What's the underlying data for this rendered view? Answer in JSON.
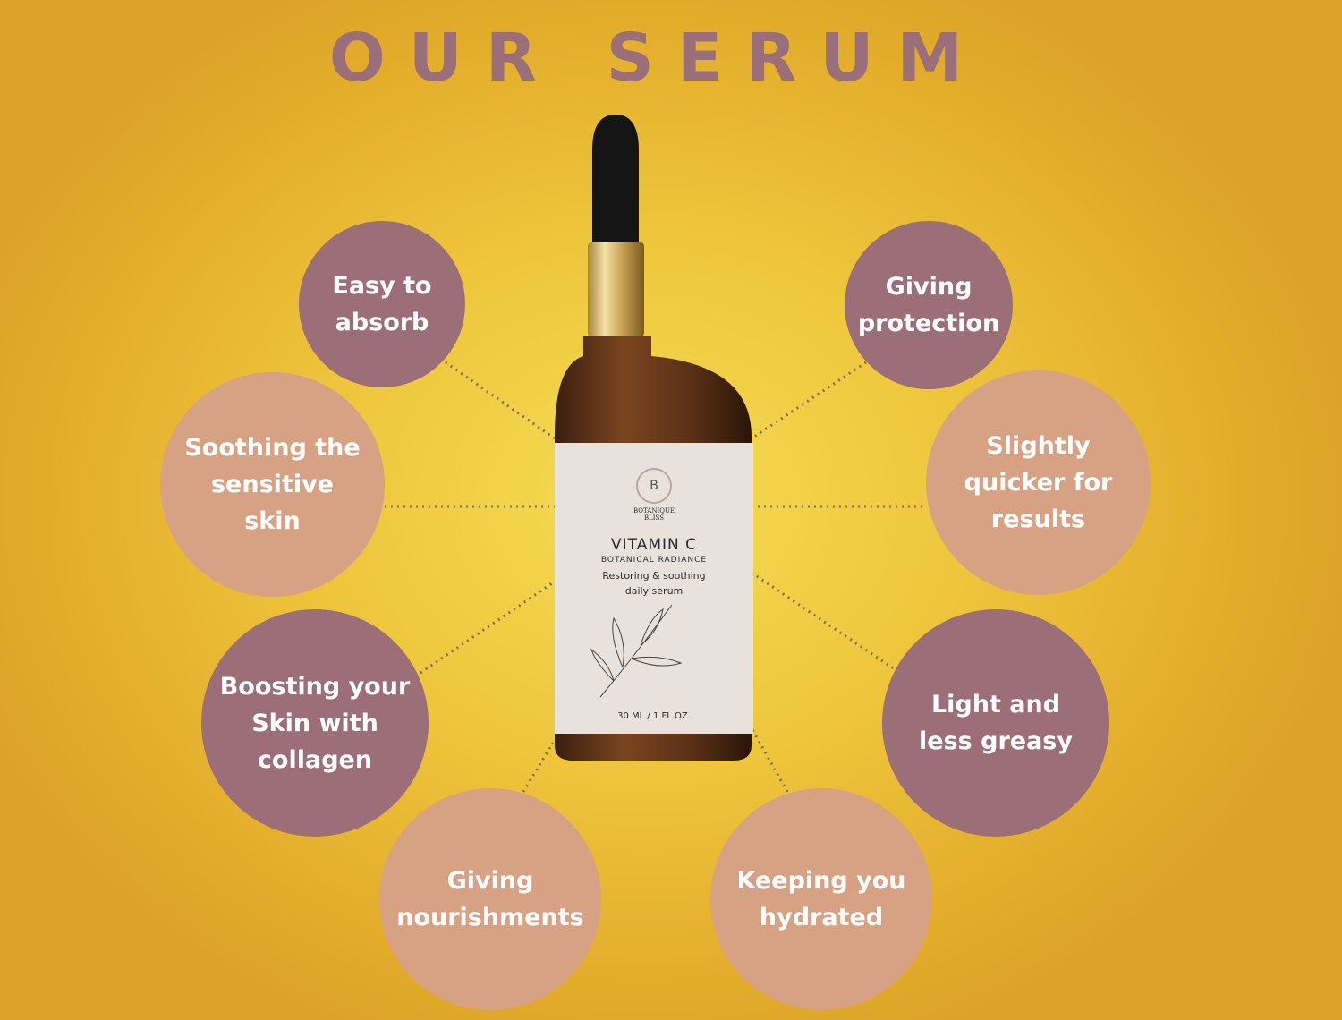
{
  "title": "OUR SERUM",
  "benefits": [
    {
      "text": "Easy to\nabsorb",
      "color": "#9c6f78"
    },
    {
      "text": "Giving\nprotection",
      "color": "#9c6f78"
    },
    {
      "text": "Soothing the\nsensitive\nskin",
      "color": "#d7a184"
    },
    {
      "text": "Slightly\nquicker for\nresults",
      "color": "#d7a184"
    },
    {
      "text": "Boosting your\nSkin with\ncollagen",
      "color": "#9c6f78"
    },
    {
      "text": "Light and\nless greasy",
      "color": "#9c6f78"
    },
    {
      "text": "Giving\nnourishments",
      "color": "#d7a184"
    },
    {
      "text": "Keeping you\nhydrated",
      "color": "#d7a184"
    }
  ],
  "product": {
    "brand": "BOTANIQUE BLISS",
    "name": "VITAMIN C",
    "subtitle": "BOTANICAL RADIANCE",
    "tagline1": "Restoring & soothing",
    "tagline2": "daily serum",
    "volume": "30 ML / 1 FL.OZ."
  }
}
